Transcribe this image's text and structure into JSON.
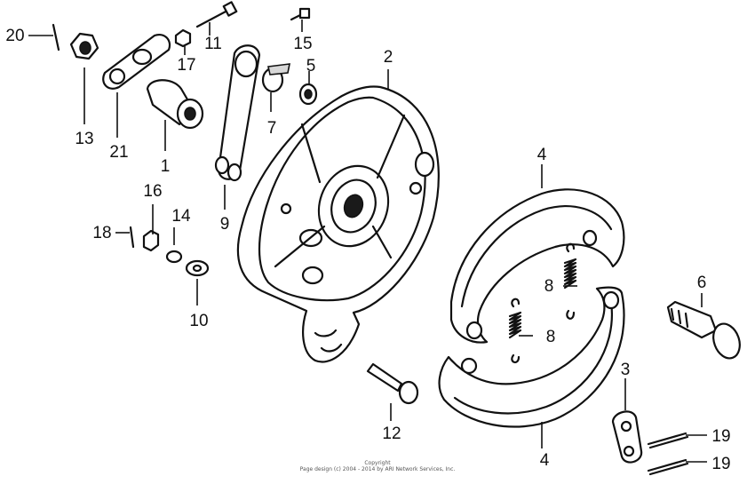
{
  "callouts": {
    "c1": "1",
    "c2": "2",
    "c3": "3",
    "c4a": "4",
    "c4b": "4",
    "c5": "5",
    "c6": "6",
    "c7": "7",
    "c8a": "8",
    "c8b": "8",
    "c9": "9",
    "c10": "10",
    "c11": "11",
    "c12": "12",
    "c13": "13",
    "c14": "14",
    "c15": "15",
    "c16": "16",
    "c17": "17",
    "c18": "18",
    "c19a": "19",
    "c19b": "19",
    "c20": "20",
    "c21": "21"
  },
  "copyright": {
    "line1": "Copyright",
    "line2": "Page design (c) 2004 - 2014 by ARI Network Services, Inc."
  }
}
